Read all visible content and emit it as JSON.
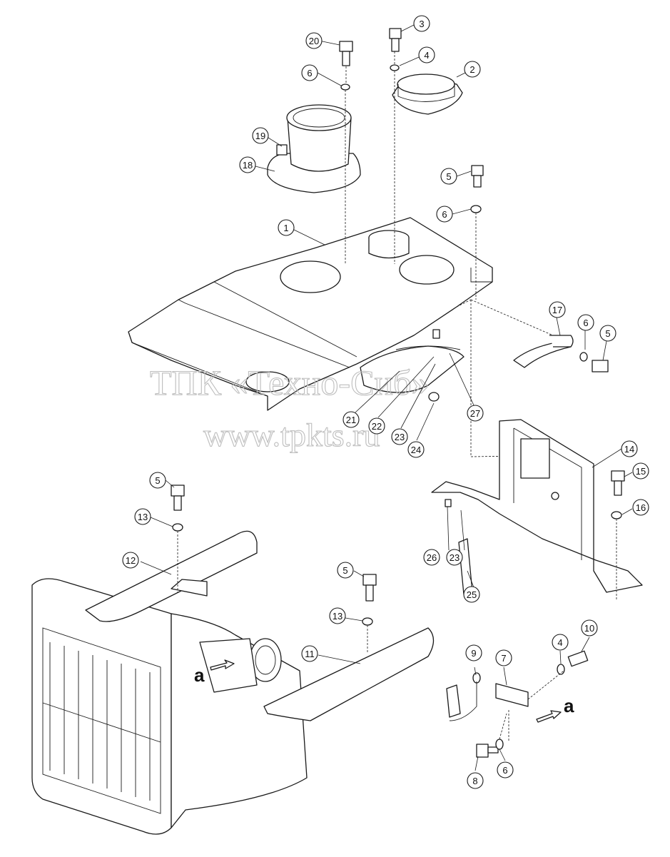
{
  "watermark": {
    "line1": "ТПК «Техно-Сиб»",
    "line2": "www.tpkts.ru"
  },
  "view_marker": "a",
  "callouts": [
    "1",
    "2",
    "3",
    "4",
    "5",
    "6",
    "7",
    "8",
    "9",
    "10",
    "11",
    "12",
    "13",
    "14",
    "15",
    "16",
    "17",
    "18",
    "19",
    "20",
    "21",
    "22",
    "23",
    "24",
    "25",
    "26",
    "27"
  ],
  "colors": {
    "line": "#1a1a1a",
    "watermark": "#bdbdbd",
    "background": "#ffffff"
  }
}
